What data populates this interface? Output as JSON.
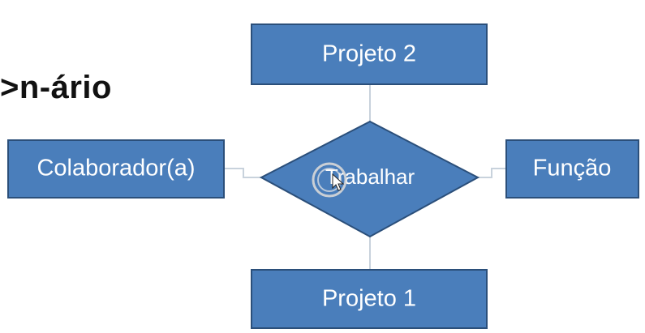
{
  "heading": ">n-ário",
  "colors": {
    "entity_fill": "#4a7ebb",
    "entity_stroke": "#2b4f7a",
    "connector": "#c8d2dc",
    "label": "#ffffff",
    "heading": "#111111",
    "cursor_ring": "#d8d8d8"
  },
  "diagram": {
    "entities": [
      {
        "id": "projeto2",
        "label": "Projeto 2"
      },
      {
        "id": "colaborador",
        "label": "Colaborador(a)"
      },
      {
        "id": "funcao",
        "label": "Função"
      },
      {
        "id": "projeto1",
        "label": "Projeto 1"
      }
    ],
    "relationship": {
      "id": "trabalhar",
      "label": "Trabalhar"
    }
  }
}
